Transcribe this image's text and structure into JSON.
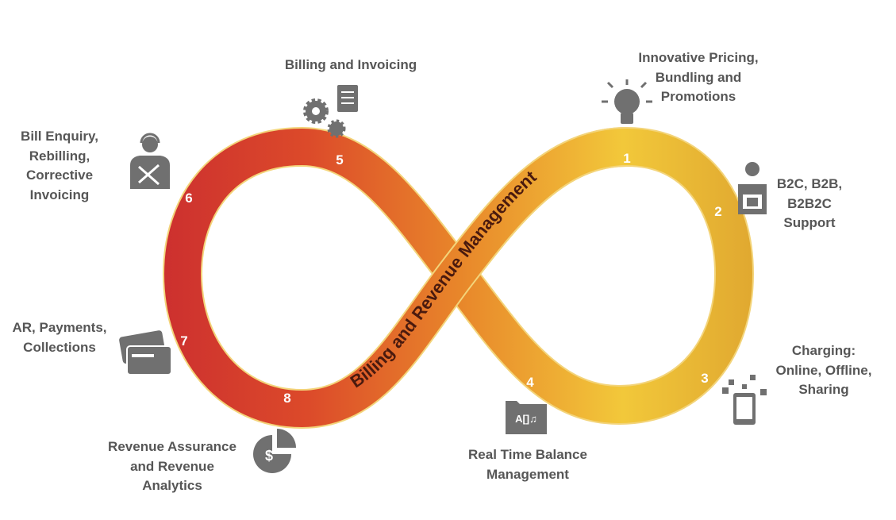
{
  "diagram": {
    "center_title": "Billing and Revenue Management",
    "colors": {
      "red": "#cc2f2f",
      "orange": "#e8852a",
      "yellow": "#f2c83a",
      "text": "#565656",
      "title": "#4a1a0e"
    },
    "steps": [
      {
        "number": "1",
        "label": [
          "Innovative Pricing,",
          "Bundling and",
          "Promotions"
        ],
        "icon": "lightbulb-icon"
      },
      {
        "number": "2",
        "label": [
          "B2C, B2B,",
          "B2B2C",
          "Support"
        ],
        "icon": "user-box-icon"
      },
      {
        "number": "3",
        "label": [
          "Charging:",
          "Online, Offline,",
          "Sharing"
        ],
        "icon": "device-network-icon"
      },
      {
        "number": "4",
        "label": [
          "Real Time Balance",
          "Management"
        ],
        "icon": "media-folder-icon",
        "icon_text": "A[]♫"
      },
      {
        "number": "5",
        "label": [
          "Billing and Invoicing"
        ],
        "icon": "gears-document-icon"
      },
      {
        "number": "6",
        "label": [
          "Bill Enquiry,",
          "Rebilling,",
          "Corrective",
          "Invoicing"
        ],
        "icon": "support-agent-icon"
      },
      {
        "number": "7",
        "label": [
          "AR, Payments,",
          "Collections"
        ],
        "icon": "credit-cards-icon"
      },
      {
        "number": "8",
        "label": [
          "Revenue Assurance",
          "and Revenue",
          "Analytics"
        ],
        "icon": "dollar-pie-chart-icon",
        "icon_text": "$"
      }
    ]
  }
}
